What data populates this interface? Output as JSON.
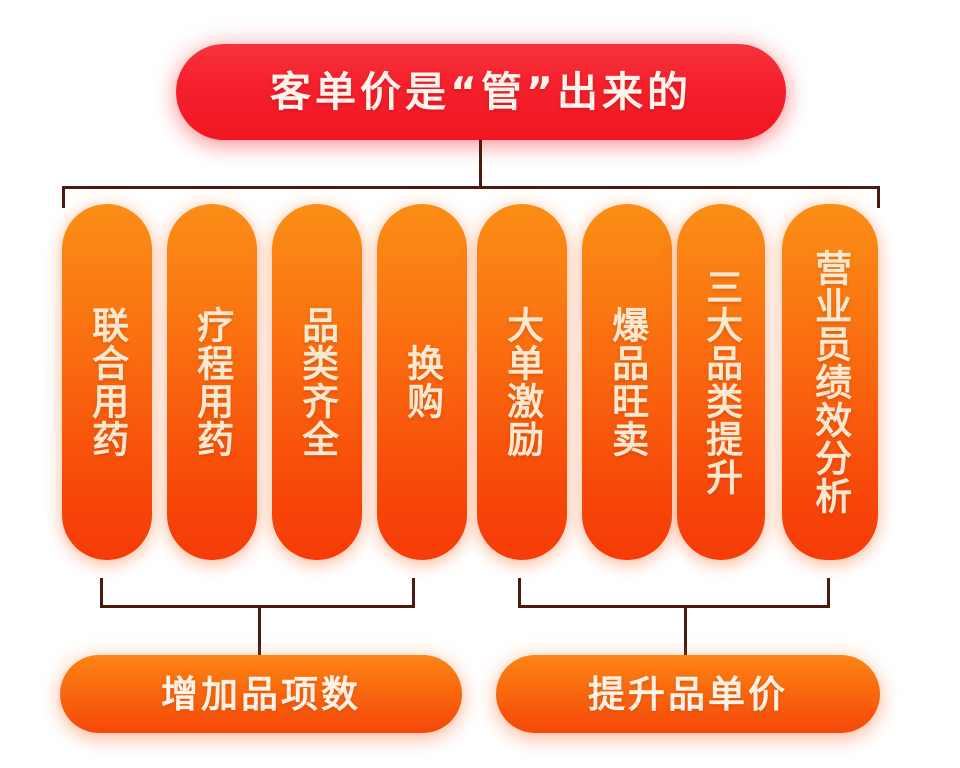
{
  "title": {
    "text": "客单价是“管”出来的",
    "bg_color": "#F4202C",
    "text_color": "#FFF3EC"
  },
  "theme": {
    "background": "#FFFFFF",
    "pill_gradient_top": "#FA8E16",
    "pill_gradient_bottom": "#F63B08",
    "pill_text_color": "#FCE8CF",
    "connector_color": "#4A1B0C",
    "result_gradient_top": "#FA8514",
    "result_gradient_bottom": "#F5470A",
    "result_text_color": "#FFF2E4"
  },
  "columns": [
    {
      "label": "联合用药",
      "group": "increase-item-count"
    },
    {
      "label": "疗程用药",
      "group": "increase-item-count"
    },
    {
      "label": "品类齐全",
      "group": "increase-item-count"
    },
    {
      "label": "换购",
      "group": "increase-item-count"
    },
    {
      "label": "大单激励",
      "group": "raise-unit-price"
    },
    {
      "label": "爆品旺卖",
      "group": "raise-unit-price"
    },
    {
      "label": "三大品类提升",
      "group": "raise-unit-price"
    },
    {
      "label": "营业员绩效分析",
      "group": "raise-unit-price"
    }
  ],
  "results": [
    {
      "label": "增加品项数"
    },
    {
      "label": "提升品单价"
    }
  ]
}
